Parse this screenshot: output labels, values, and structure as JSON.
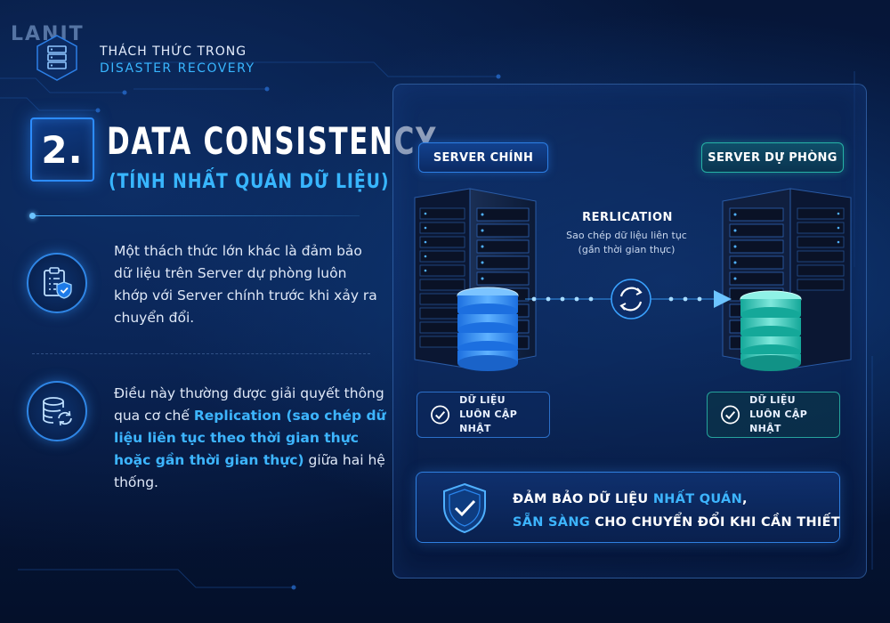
{
  "brand": {
    "logo_text": "LANIT"
  },
  "header": {
    "line1": "THÁCH THỨC TRONG",
    "line2": "DISASTER RECOVERY"
  },
  "section": {
    "number": "2.",
    "title": "DATA CONSISTENCY",
    "subtitle": "(TÍNH NHẤT QUÁN DỮ LIỆU)"
  },
  "paragraphs": {
    "p1": "Một thách thức lớn khác là đảm bảo dữ liệu trên Server dự phòng luôn khớp với Server chính trước khi xảy ra chuyển đổi.",
    "p2_before": "Điều này thường được giải quyết thông qua cơ chế ",
    "p2_highlight": "Replication (sao chép dữ liệu liên tục theo thời gian thực hoặc gần thời gian thực)",
    "p2_after": " giữa hai hệ thống."
  },
  "diagram": {
    "main_server_label": "SERVER CHÍNH",
    "backup_server_label": "SERVER DỰ PHÒNG",
    "replication_title": "RERLICATION",
    "replication_desc_line1": "Sao chép dữ liệu liên tục",
    "replication_desc_line2": "(gần thời gian thực)",
    "main_status_line1": "DỮ LIỆU",
    "main_status_line2": "LUÔN CẬP NHẬT",
    "backup_status_line1": "DỮ LIỆU",
    "backup_status_line2": "LUÔN CẬP NHẬT"
  },
  "summary": {
    "l1_part1": "ĐẢM BẢO DỮ LIỆU ",
    "l1_highlight": "NHẤT QUÁN",
    "l1_part2": ",",
    "l2_highlight": "SẴN SÀNG",
    "l2_part2": " CHO CHUYỂN ĐỔI KHI CẦN THIẾT"
  },
  "colors": {
    "accent_blue": "#38b6ff",
    "accent_teal": "#26b3a6",
    "background": "#061638"
  },
  "icons": {
    "header": "server-stack-icon",
    "p1": "clipboard-shield-icon",
    "p2": "database-sync-icon",
    "sync": "sync-arrows-icon",
    "check": "check-circle-icon",
    "summary": "shield-check-icon"
  }
}
